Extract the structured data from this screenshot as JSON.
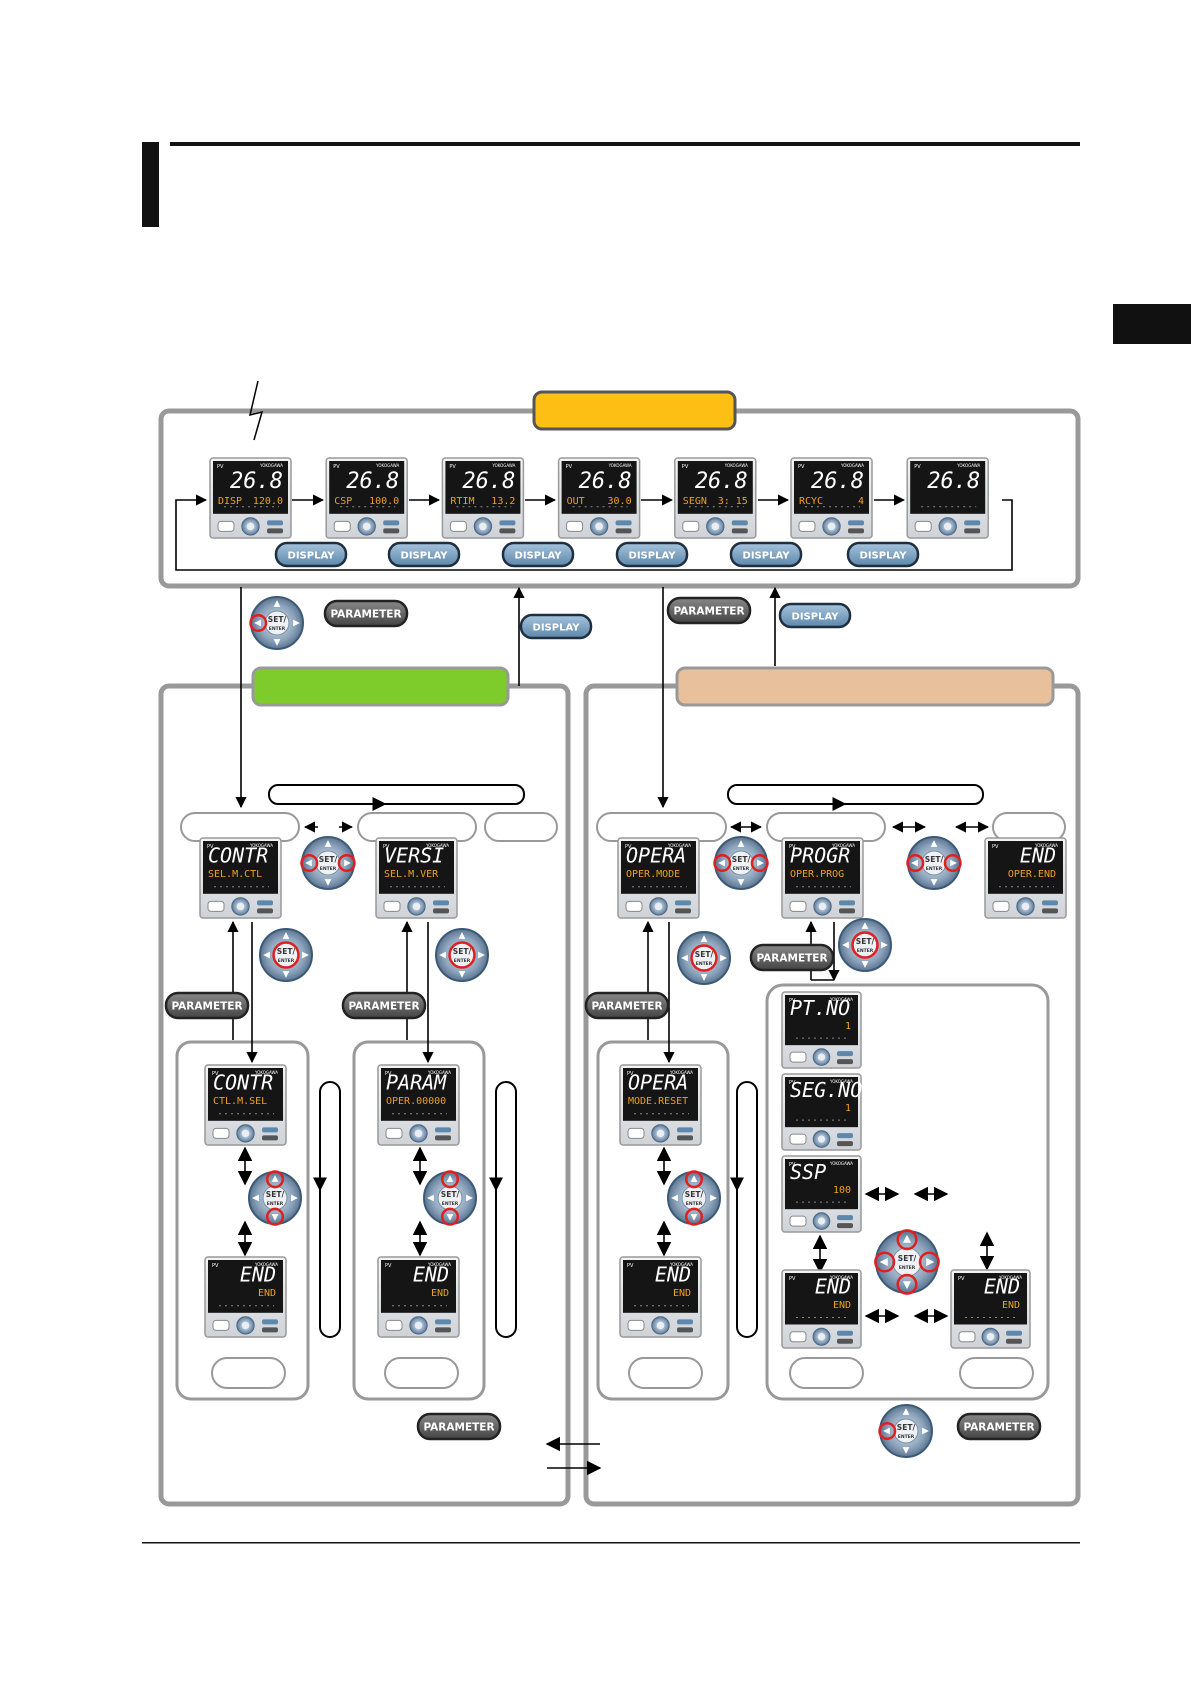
{
  "buttons": {
    "display": "DISPLAY",
    "parameter": "PARAMETER",
    "set_enter_top": "SET/",
    "set_enter_bottom": "ENTER"
  },
  "lcd_pv_label": "PV",
  "lcd_brand": "YOKOGAWA",
  "operation_displays": [
    {
      "pv": "26.8",
      "param": "DISP",
      "value": "120.0"
    },
    {
      "pv": "26.8",
      "param": "CSP",
      "value": "100.0"
    },
    {
      "pv": "26.8",
      "param": "RTIM",
      "value": "13.2"
    },
    {
      "pv": "26.8",
      "param": "OUT",
      "value": "30.0"
    },
    {
      "pv": "26.8",
      "param": "SEGN",
      "value": "3: 15"
    },
    {
      "pv": "26.8",
      "param": "RCYC",
      "value": "4"
    },
    {
      "pv": "26.8",
      "param": "",
      "value": ""
    }
  ],
  "left_menus": [
    {
      "top": "CONTR",
      "bottom": "SEL.M.CTL"
    },
    {
      "top": "VERSI",
      "bottom": "SEL.M.VER"
    }
  ],
  "left_submenus": [
    {
      "top": "CONTR",
      "bottom": "CTL.M.SEL"
    },
    {
      "top": "PARAM",
      "bottom": "OPER.00000"
    }
  ],
  "right_menus": [
    {
      "top": "OPERA",
      "bottom": "OPER.MODE"
    },
    {
      "top": "PROGR",
      "bottom": "OPER.PROG"
    },
    {
      "top": "END",
      "bottom": "OPER.END"
    }
  ],
  "right_submenu": {
    "top": "OPERA",
    "bottom": "MODE.RESET"
  },
  "prog_displays": [
    {
      "top": "PT.NO",
      "bottom": "1"
    },
    {
      "top": "SEG.NO",
      "bottom": "1"
    },
    {
      "top": "SSP",
      "bottom": "100"
    }
  ],
  "end_display": {
    "top": "END",
    "bottom": "END"
  }
}
